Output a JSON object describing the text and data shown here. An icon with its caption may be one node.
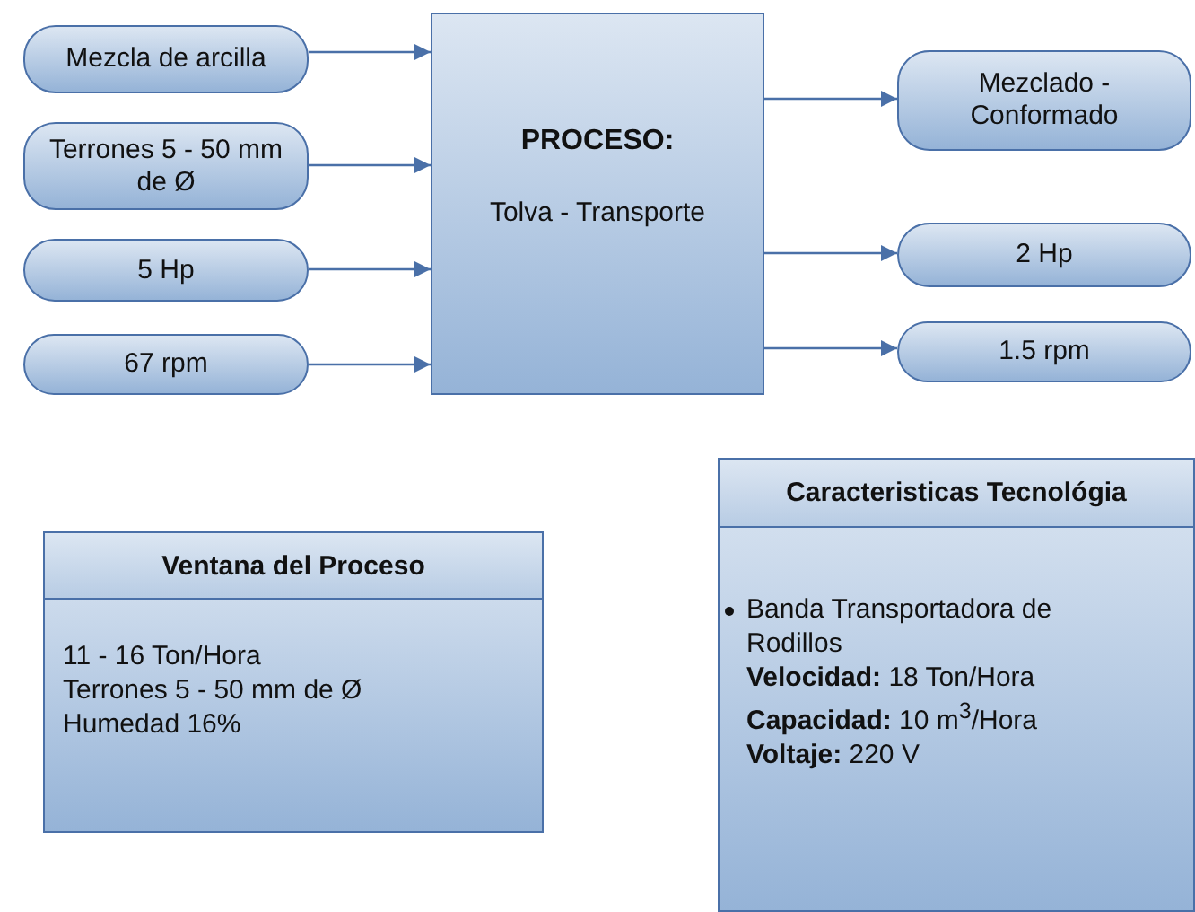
{
  "diagram": {
    "nodes": [
      {
        "text": [
          "Mezcla de arcilla"
        ]
      },
      {
        "text": [
          "Terrones 5 - 50 mm de Ø"
        ]
      },
      {
        "text": [
          "5 Hp"
        ]
      },
      {
        "text": [
          "67 rpm"
        ]
      },
      {
        "text": [
          "PROCESO:",
          "Tolva - Transporte"
        ]
      },
      {
        "text": [
          "Mezclado - Conformado"
        ]
      },
      {
        "text": [
          "2 Hp"
        ]
      },
      {
        "text": [
          "1.5 rpm"
        ]
      },
      {
        "text": [
          "Ventana del Proceso",
          "11 - 16 Ton/Hora",
          "Terrones 5 - 50 mm de Ø",
          "Humedad 16%"
        ]
      },
      {
        "text": [
          "Caracteristicas Tecnológia",
          "Banda Transportadora de Rodillos",
          "**Velocidad:** 18 Ton/Hora",
          "**Capacidad:** 10 m$^{3}$/Hora",
          "**Voltaje:** 220 V"
        ]
      }
    ],
    "edges": [
      {
        "from": 0,
        "to": 4,
        "arrow": "to"
      },
      {
        "from": 1,
        "to": 4,
        "arrow": "to"
      },
      {
        "from": 2,
        "to": 4,
        "arrow": "to"
      },
      {
        "from": 3,
        "to": 4,
        "arrow": "to"
      },
      {
        "from": 4,
        "to": 5,
        "arrow": "to"
      },
      {
        "from": 4,
        "to": 6,
        "arrow": "to"
      },
      {
        "from": 4,
        "to": 7,
        "arrow": "to"
      }
    ]
  }
}
